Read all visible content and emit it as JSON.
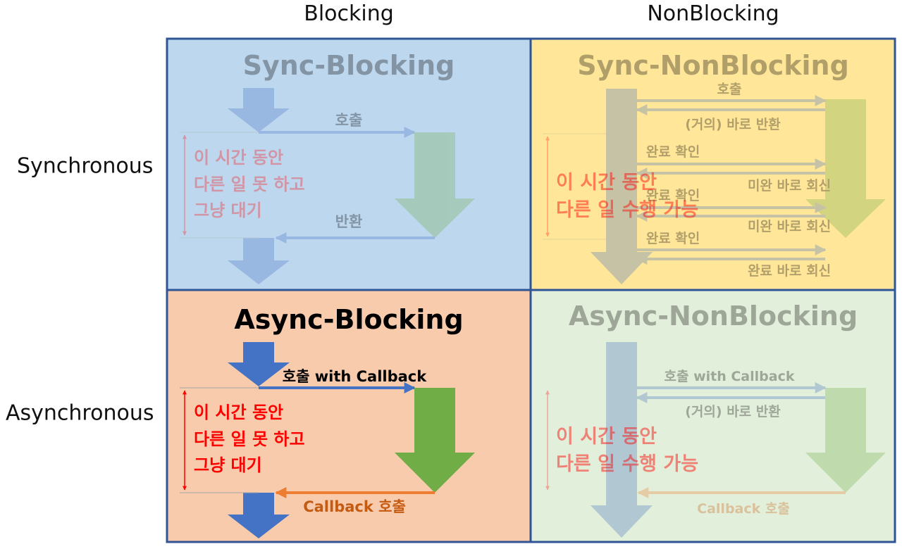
{
  "columns": {
    "blocking": "Blocking",
    "nonblocking": "NonBlocking"
  },
  "rows": {
    "synchronous": "Synchronous",
    "asynchronous": "Asynchronous"
  },
  "colors": {
    "sync_blocking_bg": "#bdd7ee",
    "sync_nonblocking_bg": "#ffe699",
    "async_blocking_bg": "#f8cbad",
    "async_nonblocking_bg": "#e2efda",
    "grid_border": "#2f5597",
    "caller_arrow": "#4472c4",
    "callee_arrow": "#70ad47",
    "call_line": "#4472c4",
    "return_line": "#ed7d31",
    "wait_text": "#ff0000"
  },
  "quadrants": {
    "sync_blocking": {
      "title": "Sync-Blocking",
      "call_label": "호출",
      "return_label": "반환",
      "wait_lines": [
        "이 시간 동안",
        "다른 일 못 하고",
        "그냥 대기"
      ]
    },
    "sync_nonblocking": {
      "title": "Sync-NonBlocking",
      "call_label": "호출",
      "immediate_return_label": "(거의) 바로 반환",
      "check_labels": [
        "완료 확인",
        "완료 확인",
        "완료 확인"
      ],
      "reply_labels": [
        "미완 바로 회신",
        "미완 바로 회신",
        "완료 바로 회신"
      ],
      "wait_lines": [
        "이 시간 동안",
        "다른 일 수행 가능"
      ]
    },
    "async_blocking": {
      "title": "Async-Blocking",
      "call_label": "호출 with Callback",
      "callback_label": "Callback 호출",
      "wait_lines": [
        "이 시간 동안",
        "다른 일 못 하고",
        "그냥 대기"
      ]
    },
    "async_nonblocking": {
      "title": "Async-NonBlocking",
      "call_label": "호출 with Callback",
      "immediate_return_label": "(거의) 바로 반환",
      "callback_label": "Callback 호출",
      "wait_lines": [
        "이 시간 동안",
        "다른 일 수행 가능"
      ]
    }
  }
}
